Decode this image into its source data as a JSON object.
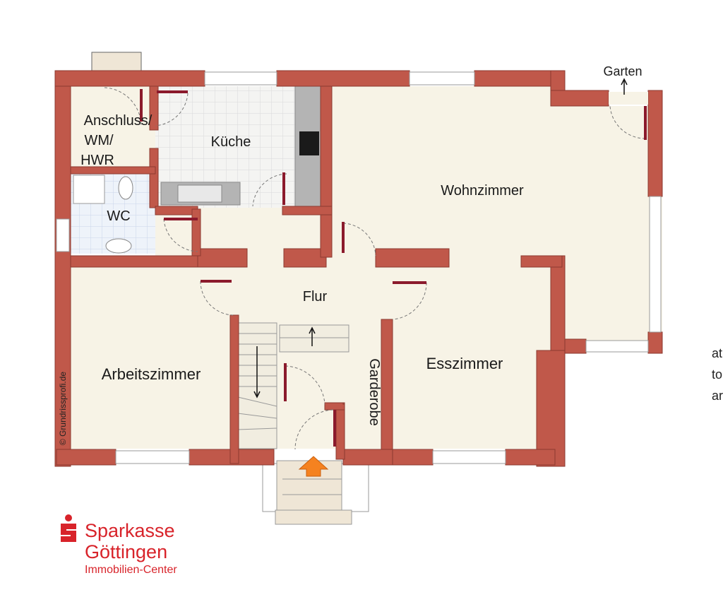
{
  "rooms": {
    "anschluss_1": "Anschluss/",
    "anschluss_2": "WM/",
    "anschluss_3": "HWR",
    "kueche": "Küche",
    "wc": "WC",
    "wohnzimmer": "Wohnzimmer",
    "flur": "Flur",
    "arbeitszimmer": "Arbeitszimmer",
    "esszimmer": "Esszimmer",
    "garderobe": "Garderobe",
    "garten": "Garten"
  },
  "copyright": "© Grundrissprofi.de",
  "brand": {
    "name": "Sparkasse",
    "city": "Göttingen",
    "subtitle": "Immobilien-Center",
    "color": "#d8232a"
  },
  "cutoff_text": [
    "at",
    "to",
    "ar"
  ],
  "colors": {
    "wall": "#c0584a",
    "wall_shadow": "#8b3a30",
    "floor": "#f7f3e6",
    "door": "#8b1a2c",
    "entry_arrow": "#f58220"
  }
}
